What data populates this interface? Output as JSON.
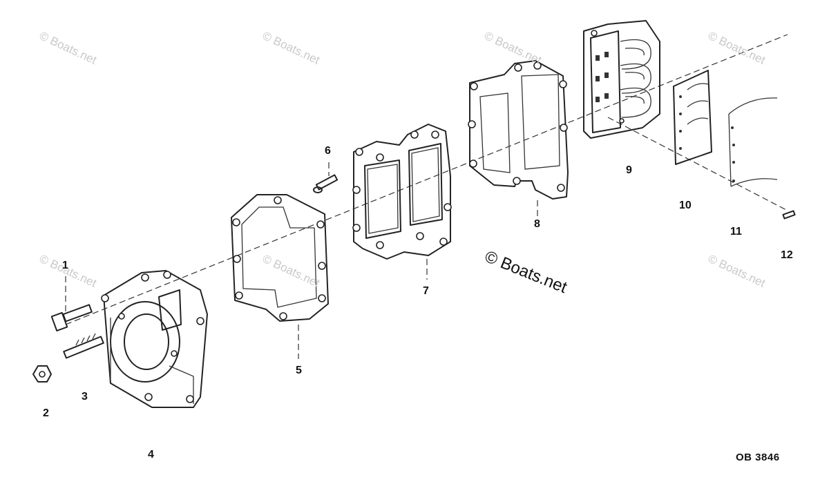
{
  "diagram": {
    "part_numbers": [
      "1",
      "2",
      "3",
      "4",
      "5",
      "6",
      "7",
      "8",
      "9",
      "10",
      "11",
      "12"
    ],
    "drawing_code": "OB 3846"
  },
  "watermark": {
    "text": "© Boats.net"
  }
}
